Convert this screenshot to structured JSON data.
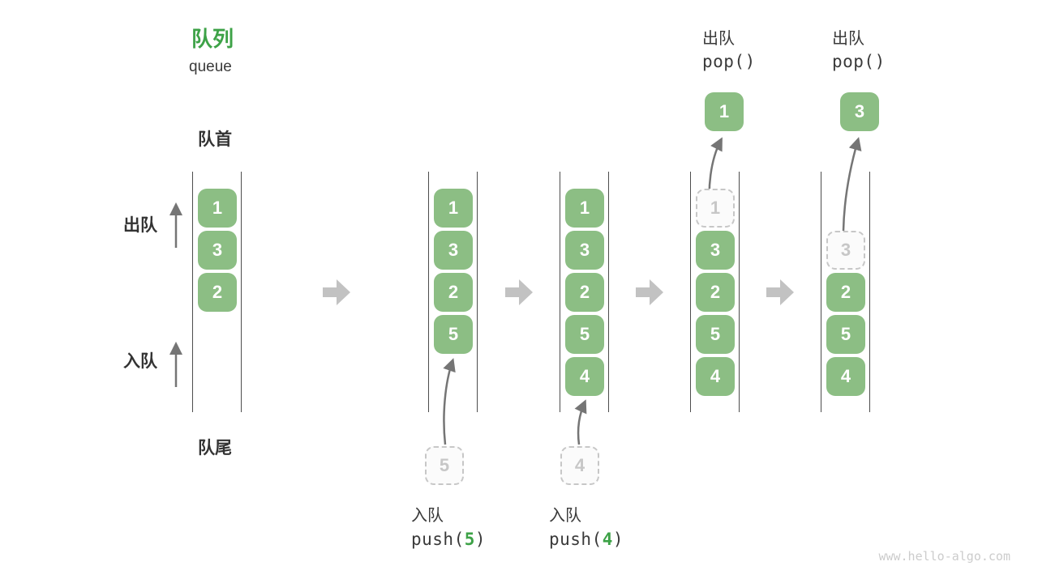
{
  "title": {
    "zh": "队列",
    "en": "queue"
  },
  "labels": {
    "front": "队首",
    "rear": "队尾",
    "dequeue": "出队",
    "enqueue": "入队"
  },
  "operations": {
    "push5": {
      "label": "入队",
      "code_prefix": "push(",
      "arg": "5",
      "code_suffix": ")"
    },
    "push4": {
      "label": "入队",
      "code_prefix": "push(",
      "arg": "4",
      "code_suffix": ")"
    },
    "pop1": {
      "label": "出队",
      "code": "pop()"
    },
    "pop2": {
      "label": "出队",
      "code": "pop()"
    }
  },
  "states": [
    {
      "slots": [
        "1",
        "3",
        "2"
      ]
    },
    {
      "slots": [
        "1",
        "3",
        "2",
        "5"
      ],
      "staging": "5"
    },
    {
      "slots": [
        "1",
        "3",
        "2",
        "5",
        "4"
      ],
      "staging": "4"
    },
    {
      "ghost": "1",
      "slots": [
        "3",
        "2",
        "5",
        "4"
      ],
      "popped": "1"
    },
    {
      "ghost": "3",
      "slots": [
        "2",
        "5",
        "4"
      ],
      "popped": "3"
    }
  ],
  "watermark": "www.hello-algo.com",
  "colors": {
    "accent_green": "#3da247",
    "box_green": "#8cbe84",
    "text_dark": "#3a3a3a",
    "block_arrow_gray": "#c2c2c2",
    "thin_arrow_gray": "#757575",
    "ghost_gray": "#c7c7c7",
    "container_line": "#4d4d4d",
    "watermark_gray": "#cccccc"
  }
}
